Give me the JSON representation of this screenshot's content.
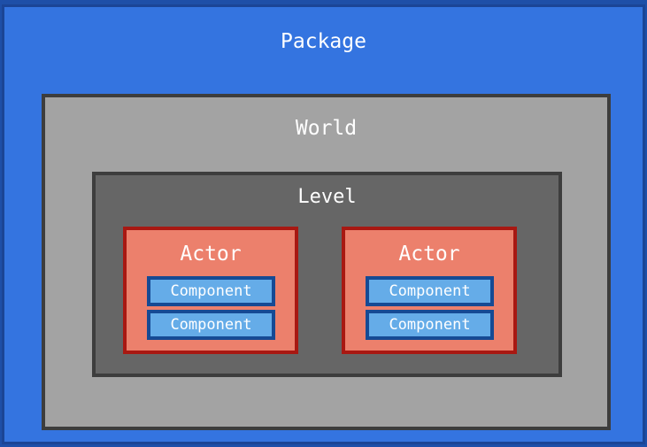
{
  "package": {
    "label": "Package"
  },
  "world": {
    "label": "World"
  },
  "level": {
    "label": "Level"
  },
  "actors": [
    {
      "label": "Actor",
      "components": [
        {
          "label": "Component"
        },
        {
          "label": "Component"
        }
      ]
    },
    {
      "label": "Actor",
      "components": [
        {
          "label": "Component"
        },
        {
          "label": "Component"
        }
      ]
    }
  ],
  "colors": {
    "package_fill": "#3474e0",
    "world_fill": "#a3a3a3",
    "level_fill": "#666666",
    "actor_fill": "#ec806c",
    "actor_border": "#a81812",
    "component_fill": "#65ace8",
    "component_border": "#164a94"
  }
}
